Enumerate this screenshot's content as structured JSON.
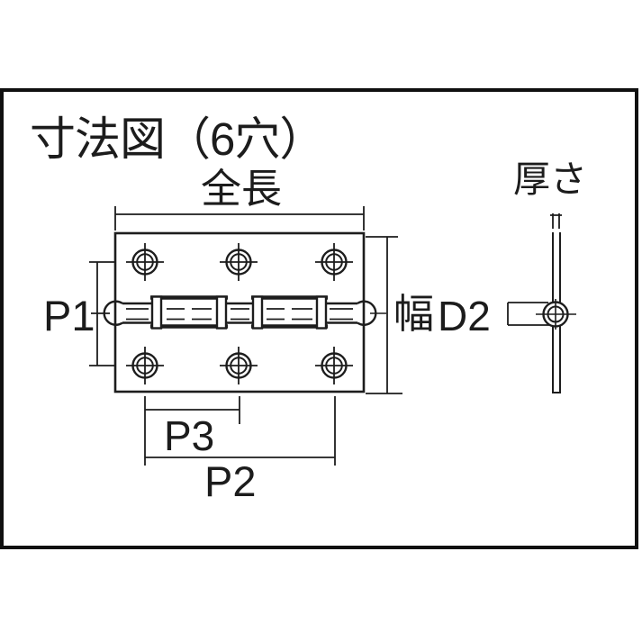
{
  "title": "寸法図（6穴）",
  "front_view": {
    "dim_overall_length": "全長",
    "dim_width": "幅",
    "dim_hole_row_pitch": "P1",
    "dim_hole_span": "P2",
    "dim_hole_pitch": "P3"
  },
  "side_view": {
    "dim_thickness": "厚さ",
    "dim_barrel_diameter": "D2"
  },
  "colors": {
    "line": "#1d1d1d",
    "background": "#ffffff",
    "frame_border": "#101010"
  }
}
